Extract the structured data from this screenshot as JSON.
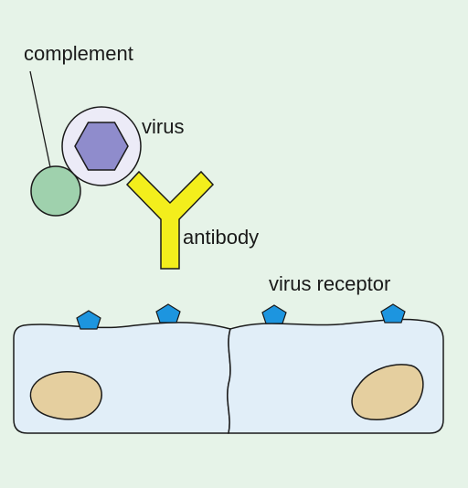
{
  "labels": {
    "complement": "complement",
    "virus": "virus",
    "antibody": "antibody",
    "virus_receptor": "virus receptor"
  },
  "colors": {
    "background": "#e6f3e8",
    "complement": "#9fd1ad",
    "virus_envelope": "#ecebf7",
    "virus_capsid": "#8f8ccc",
    "antibody": "#f3ee1c",
    "receptor": "#1d95df",
    "cell": "#e1eef8",
    "nucleus": "#e5cf9f"
  }
}
